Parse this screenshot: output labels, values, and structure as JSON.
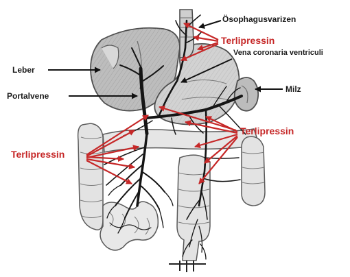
{
  "labels": {
    "oesophagusvarizen": "Ösophagusvarizen",
    "terlipressin_top": "Terlipressin",
    "vena_coronaria": "Vena coronaria ventriculi",
    "leber": "Leber",
    "portalvene": "Portalvene",
    "milz": "Milz",
    "terlipressin_right": "Terlipressin",
    "terlipressin_left": "Terlipressin"
  },
  "colors": {
    "arrow_red": "#c62828",
    "arrow_black": "#111111",
    "vessel": "#151515",
    "organ_fill": "#c9c9c9",
    "organ_shade": "#9a9a9a",
    "organ_outline": "#5a5a5a",
    "intestine_fill": "#e3e3e3"
  }
}
